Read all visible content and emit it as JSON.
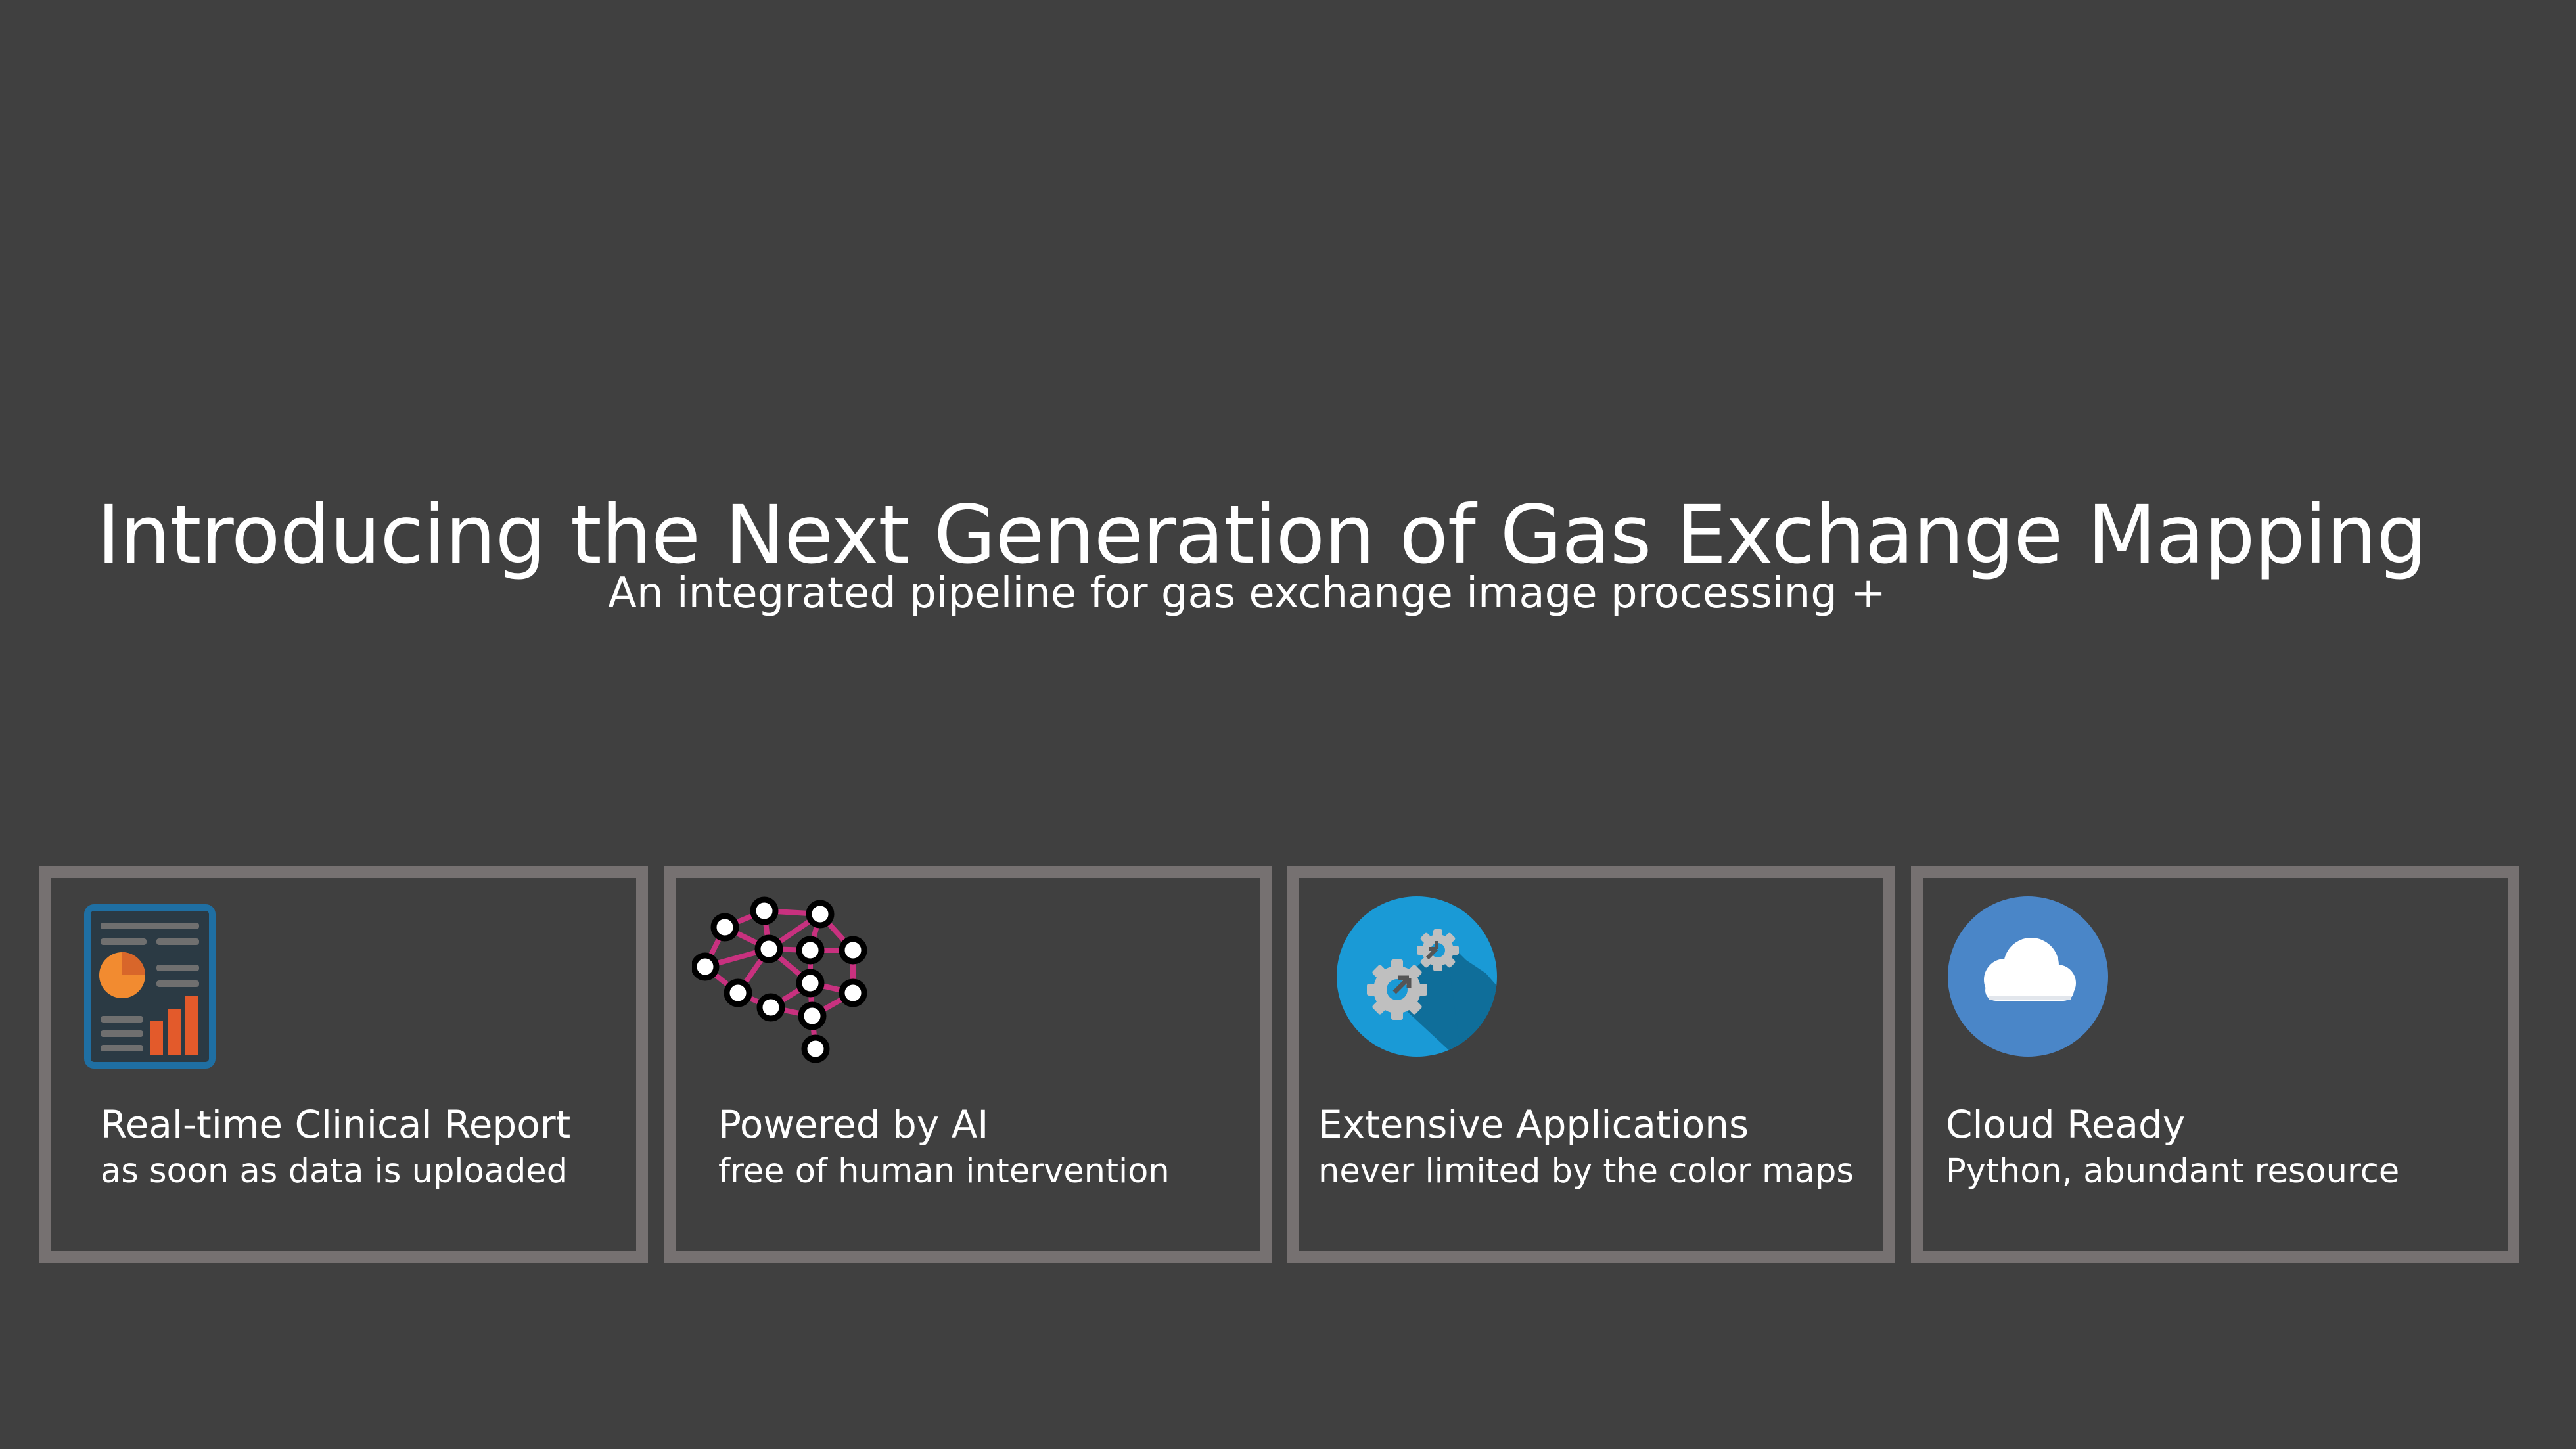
{
  "slide": {
    "title": "Introducing the Next Generation of Gas Exchange Mapping",
    "subtitle": "An integrated pipeline for gas exchange image processing +"
  },
  "cards": [
    {
      "icon": "clinical-report-icon",
      "title": "Real-time Clinical Report",
      "description": "as soon as data is uploaded"
    },
    {
      "icon": "neural-network-brain-icon",
      "title": "Powered by AI",
      "description": "free of human intervention"
    },
    {
      "icon": "gears-icon",
      "title": "Extensive Applications",
      "description": "never limited by the color maps"
    },
    {
      "icon": "cloud-icon",
      "title": "Cloud Ready",
      "description": "Python, abundant resource"
    }
  ],
  "colors": {
    "background": "#404040",
    "card_border": "#767171",
    "report_blue": "#1f6fa3",
    "report_orange": "#f28b30",
    "network_pink": "#c8317f",
    "gears_blue": "#1a9ad6",
    "cloud_blue": "#4a86c8"
  }
}
